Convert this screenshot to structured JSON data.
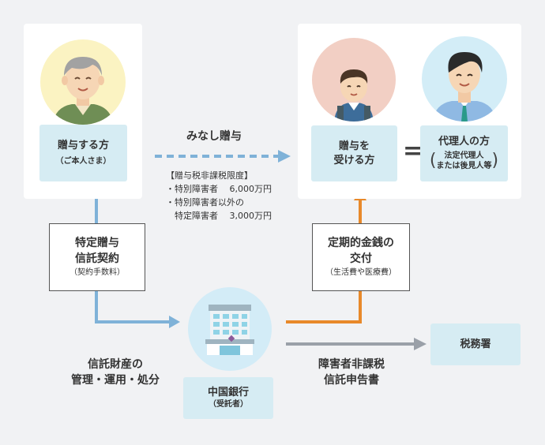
{
  "giver": {
    "label": "贈与する方",
    "sub": "（ご本人さま）"
  },
  "receiver": {
    "label_line1": "贈与を",
    "label_line2": "受ける方"
  },
  "equals": "=",
  "agent": {
    "label": "代理人の方",
    "sub_line1": "法定代理人",
    "sub_line2": "または後見人等"
  },
  "minashi": "みなし贈与",
  "note": {
    "title": "【贈与税非課税限度】",
    "line1": "・特別障害者　 6,000万円",
    "line2": "・特別障害者以外の",
    "line3": "　特定障害者　 3,000万円"
  },
  "contract": {
    "line1": "特定贈与",
    "line2": "信託契約",
    "sub": "（契約手数料）"
  },
  "payment": {
    "line1": "定期的金銭の",
    "line2": "交付",
    "sub": "（生活費や医療費）"
  },
  "trust_manage": {
    "line1": "信託財産の",
    "line2": "管理・運用・処分"
  },
  "bank": {
    "label": "中国銀行",
    "sub": "（受託者）"
  },
  "tax_office": {
    "label": "税務署"
  },
  "declaration": {
    "line1": "障害者非課税",
    "line2": "信託申告書"
  },
  "colors": {
    "blue_arrow": "#7fb2d8",
    "orange_arrow": "#e8892a",
    "gray_arrow": "#9aa0a8",
    "box": "#d6ecf3"
  }
}
